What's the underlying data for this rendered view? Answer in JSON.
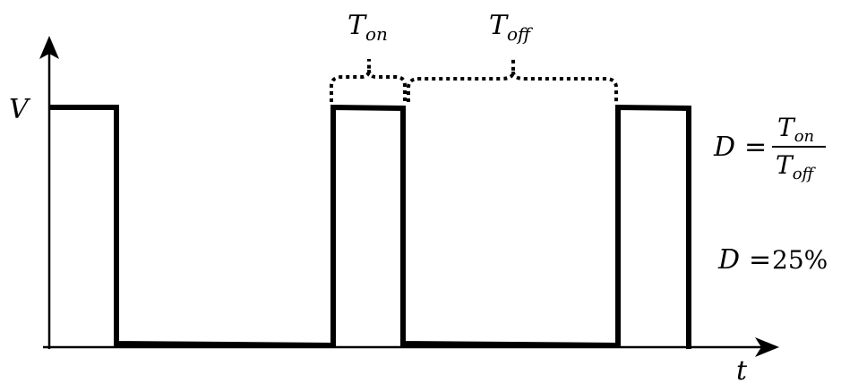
{
  "axes": {
    "y_label": "V",
    "x_label": "t"
  },
  "annotations": {
    "t_on": {
      "base": "T",
      "sub": "on"
    },
    "t_off": {
      "base": "T",
      "sub": "off"
    }
  },
  "formulas": {
    "duty_lhs": "D",
    "equals": "=",
    "numerator": {
      "base": "T",
      "sub": "on"
    },
    "denominator": {
      "base": "T",
      "sub": "off"
    },
    "duty_value_lhs": "D",
    "duty_value": "25%"
  },
  "colors": {
    "stroke": "#000000",
    "background": "#ffffff"
  }
}
